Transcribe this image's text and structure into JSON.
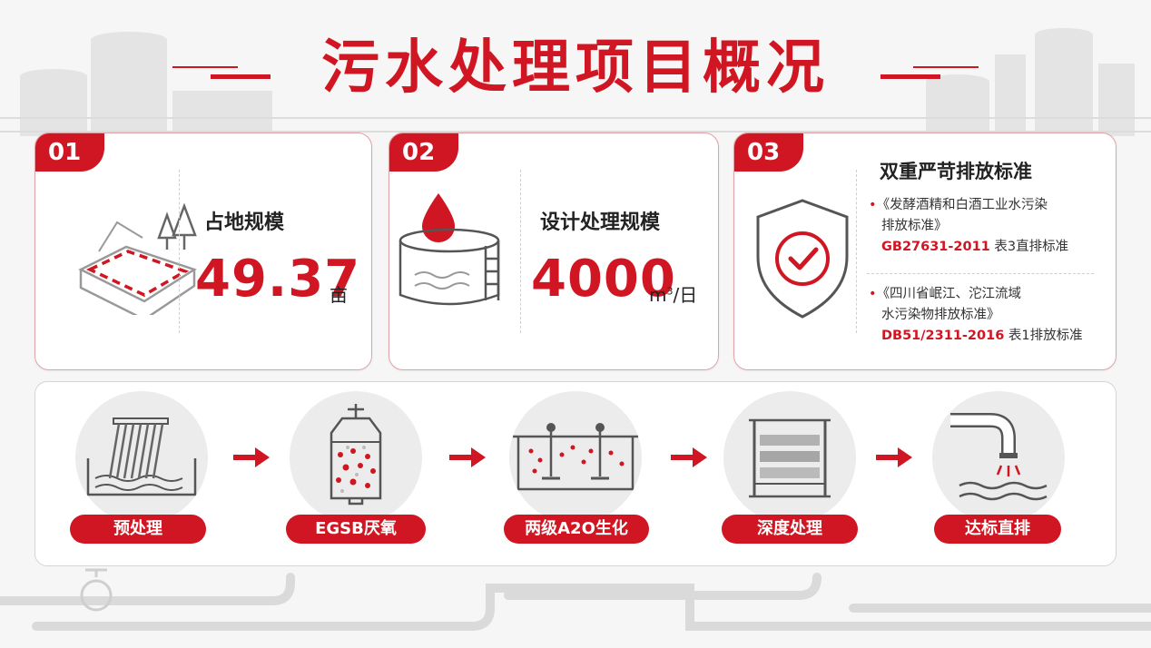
{
  "title": "污水处理项目概况",
  "colors": {
    "accent": "#d01622",
    "card_border": "#e2a1a5",
    "background": "#f6f6f6"
  },
  "cards": [
    {
      "number": "01",
      "label": "占地规模",
      "value": "49.37",
      "unit": "亩",
      "icon": "land-area-icon"
    },
    {
      "number": "02",
      "label": "设计处理规模",
      "value": "4000",
      "unit_main": "m",
      "unit_sup": "3",
      "unit_tail": "/日",
      "icon": "water-tank-icon"
    },
    {
      "number": "03",
      "title": "双重严苛排放标准",
      "icon": "shield-check-icon",
      "standards": [
        {
          "bullet": "•",
          "name_line1": "《发酵酒精和白酒工业水污染",
          "name_line2": "排放标准》",
          "code": "GB27631-2011",
          "detail": " 表3直排标准"
        },
        {
          "bullet": "•",
          "name_line1": "《四川省岷江、沱江流域",
          "name_line2": "水污染物排放标准》",
          "code": "DB51/2311-2016",
          "detail": " 表1排放标准"
        }
      ]
    }
  ],
  "process_steps": [
    {
      "label": "预处理",
      "icon": "screen-grate-icon"
    },
    {
      "label": "EGSB厌氧",
      "icon": "anaerobic-reactor-icon"
    },
    {
      "label": "两级A2O生化",
      "icon": "aeration-tank-icon"
    },
    {
      "label": "深度处理",
      "icon": "filter-icon"
    },
    {
      "label": "达标直排",
      "icon": "discharge-pipe-icon"
    }
  ]
}
